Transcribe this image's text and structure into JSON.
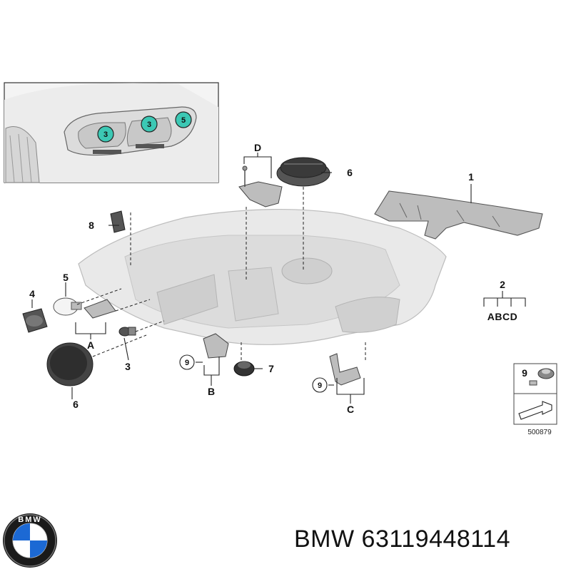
{
  "callouts": {
    "n1": "1",
    "n2": "2",
    "n3": "3",
    "n4": "4",
    "n5": "5",
    "n6": "6",
    "n7": "7",
    "n8": "8",
    "n9": "9"
  },
  "letters": {
    "a": "A",
    "b": "B",
    "c": "C",
    "d": "D"
  },
  "group_label": "ABCD",
  "inset_callouts": [
    "3",
    "3",
    "5"
  ],
  "small_box": {
    "number": "9",
    "code": "500879"
  },
  "logo": {
    "brand_ring_text": "BMW"
  },
  "footer": {
    "brand": "BMW",
    "part_number": "63119448114"
  },
  "colors": {
    "highlight": "#3cc8b4",
    "line": "#222222",
    "part": "#b9b9b9"
  }
}
